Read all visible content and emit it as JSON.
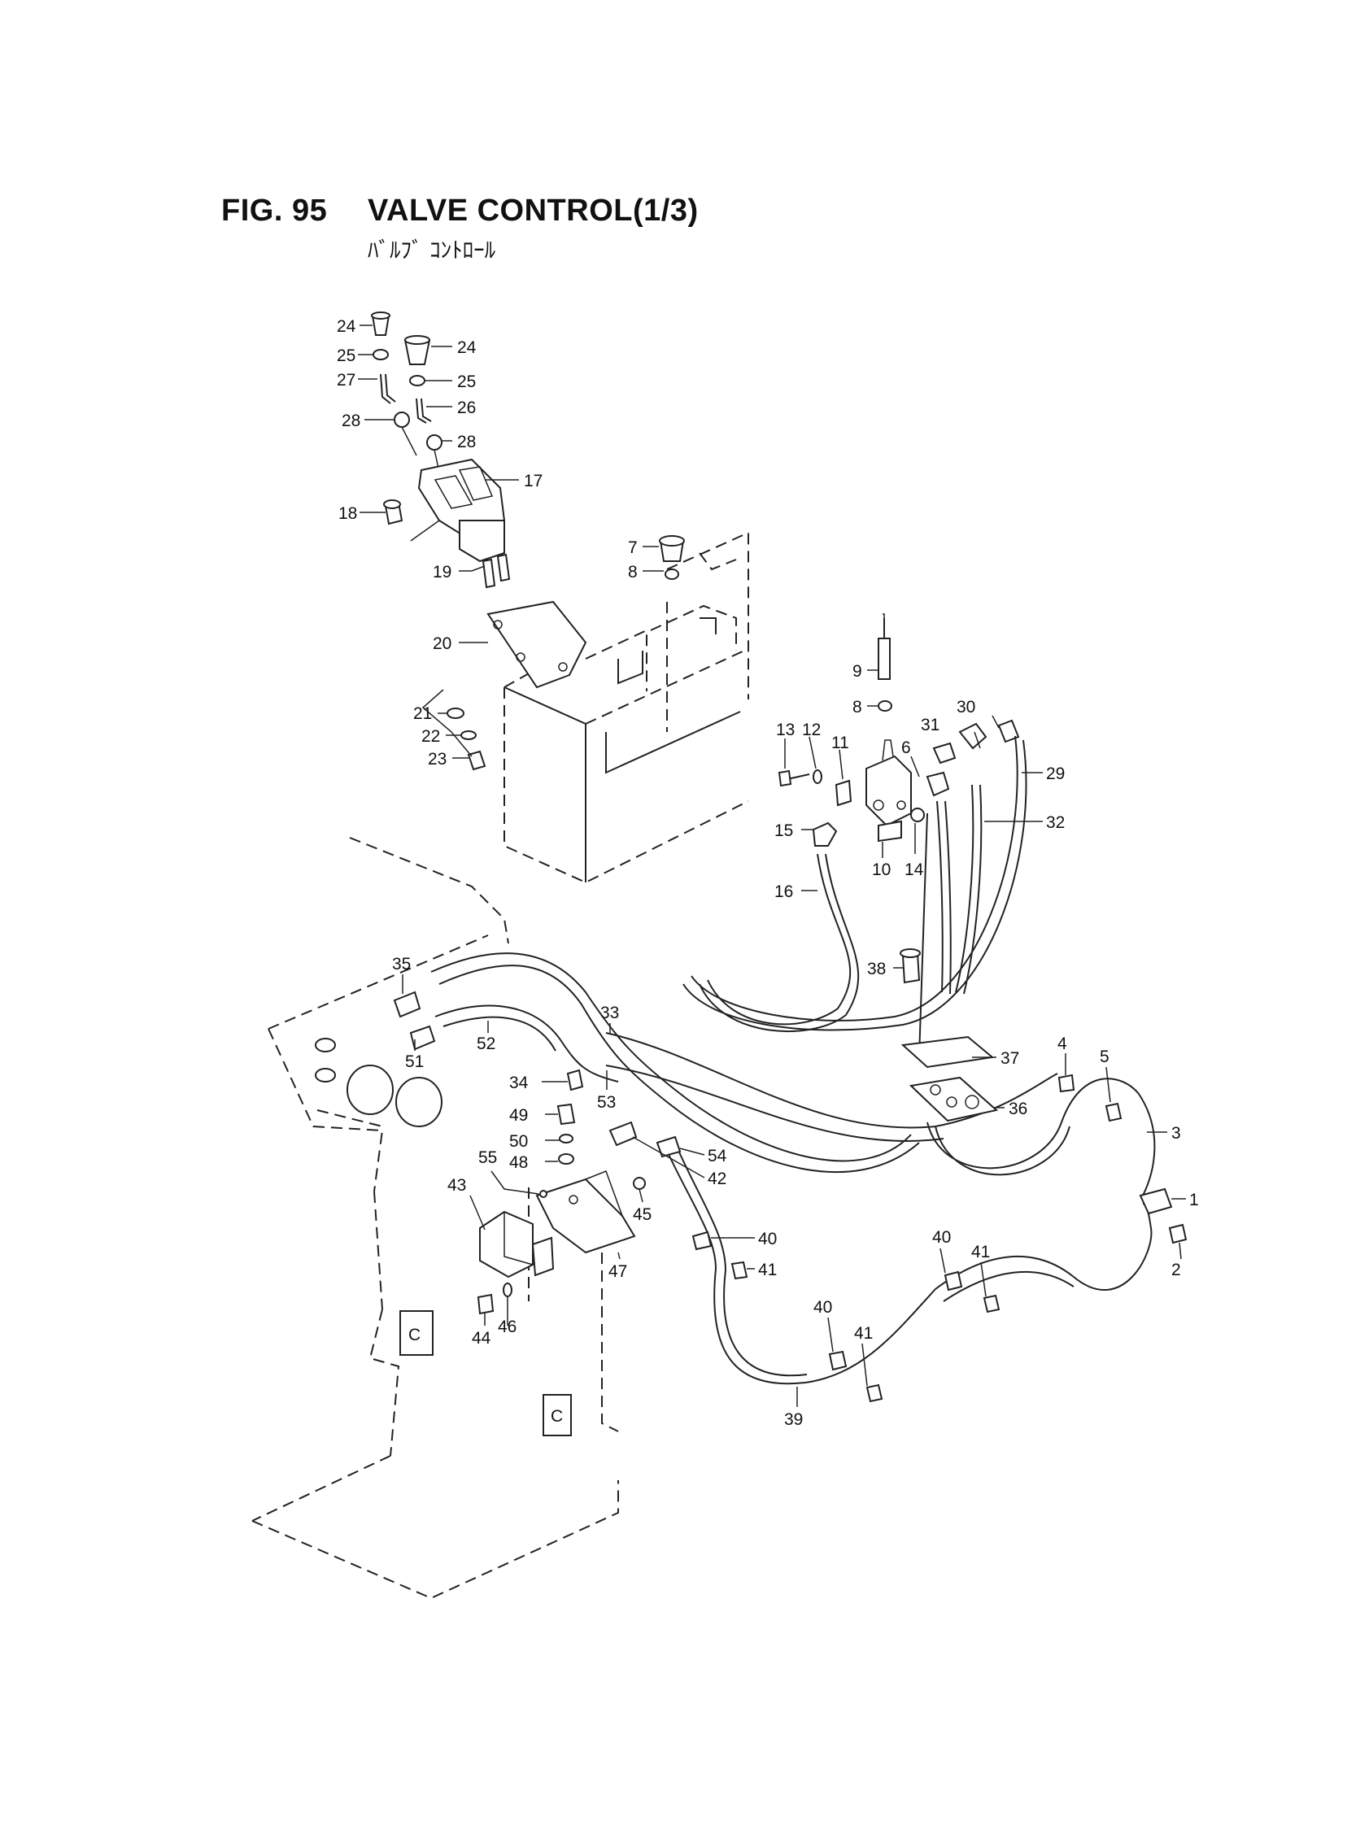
{
  "header": {
    "figure_number": "FIG. 95",
    "title": "VALVE CONTROL(1/3)",
    "subtitle": "ﾊﾞﾙﾌﾞ ｺﾝﾄﾛｰﾙ"
  },
  "callouts": {
    "c1": "1",
    "c2": "2",
    "c3": "3",
    "c4": "4",
    "c5": "5",
    "c6": "6",
    "c7": "7",
    "c8a": "8",
    "c8b": "8",
    "c9": "9",
    "c10": "10",
    "c11": "11",
    "c12": "12",
    "c13": "13",
    "c14": "14",
    "c15": "15",
    "c16": "16",
    "c17": "17",
    "c18": "18",
    "c19": "19",
    "c20": "20",
    "c21": "21",
    "c22": "22",
    "c23": "23",
    "c24a": "24",
    "c24b": "24",
    "c25a": "25",
    "c25b": "25",
    "c26": "26",
    "c27": "27",
    "c28a": "28",
    "c28b": "28",
    "c29": "29",
    "c30": "30",
    "c31": "31",
    "c32": "32",
    "c33": "33",
    "c34": "34",
    "c35": "35",
    "c36": "36",
    "c37": "37",
    "c38": "38",
    "c39": "39",
    "c40a": "40",
    "c40b": "40",
    "c40c": "40",
    "c41a": "41",
    "c41b": "41",
    "c41c": "41",
    "c42": "42",
    "c43": "43",
    "c44": "44",
    "c45": "45",
    "c46": "46",
    "c47": "47",
    "c48": "48",
    "c49": "49",
    "c50": "50",
    "c51": "51",
    "c52": "52",
    "c53": "53",
    "c54": "54",
    "c55": "55"
  }
}
